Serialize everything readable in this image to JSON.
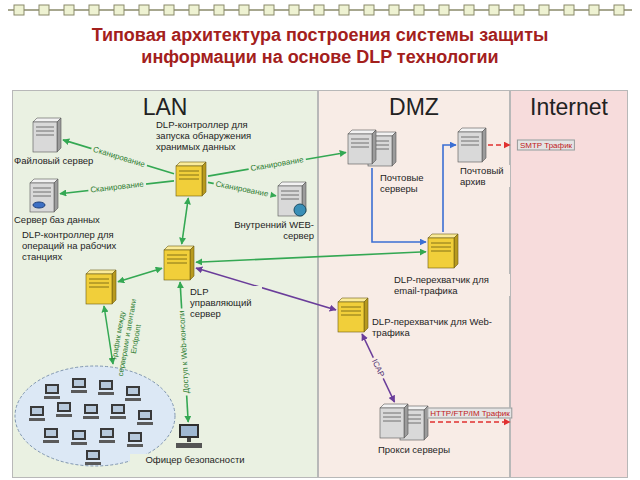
{
  "diagram": {
    "title": "Типовая архитектура построения системы защиты информации на основе DLP технологии",
    "nodes": [
      {
        "text": [
          "LAN"
        ]
      },
      {
        "text": [
          "DLP-контроллер для запуска обнаружения хранимых данных"
        ],
        "in": 0
      },
      {
        "text": [
          "Файловый сервер"
        ],
        "in": 0
      },
      {
        "text": [
          "Сервер баз данных"
        ],
        "in": 0
      },
      {
        "text": [
          "Внутренний WEB-сервер"
        ],
        "in": 0
      },
      {
        "text": [
          "DLP-контроллер для операций на рабочих станциях"
        ],
        "in": 0
      },
      {
        "text": [
          "DLP управляющий сервер"
        ],
        "in": 0
      },
      {
        "text": [
          "Офицер безопасности"
        ],
        "in": 0
      },
      {
        "text": [
          "DMZ"
        ]
      },
      {
        "text": [
          "Почтовые серверы"
        ],
        "in": 8
      },
      {
        "text": [
          "Почтовый архив"
        ],
        "in": 8
      },
      {
        "text": [
          "DLP-перехватчик для email-трафика"
        ],
        "in": 8
      },
      {
        "text": [
          "DLP-перехватчик для Web-трафика"
        ],
        "in": 8
      },
      {
        "text": [
          "Прокси серверы"
        ],
        "in": 8
      },
      {
        "text": [
          "Internet"
        ]
      }
    ],
    "edges": [
      {
        "from": 1,
        "to": 2,
        "label": "Сканирование",
        "arrow": "to"
      },
      {
        "from": 1,
        "to": 3,
        "label": "Сканирование",
        "arrow": "to"
      },
      {
        "from": 1,
        "to": 4,
        "label": "Сканирование",
        "arrow": "to"
      },
      {
        "from": 1,
        "to": 9,
        "label": "Сканирование",
        "arrow": "to"
      },
      {
        "from": 1,
        "to": 6,
        "arrow": "both"
      },
      {
        "from": 6,
        "to": 5,
        "arrow": "both"
      },
      {
        "from": 6,
        "to": 11,
        "arrow": "both"
      },
      {
        "from": 6,
        "to": 12,
        "arrow": "both"
      },
      {
        "from": 6,
        "to": 7,
        "label": "Доступ к Web-консоли",
        "arrow": "both"
      },
      {
        "from": 9,
        "to": 11,
        "arrow": "to"
      },
      {
        "from": 11,
        "to": 10,
        "arrow": "to"
      },
      {
        "from": 12,
        "to": 13,
        "label": "ICAP",
        "arrow": "both"
      },
      {
        "from": 10,
        "to": 14,
        "label": "SMTP Трафик",
        "arrow": "to"
      },
      {
        "from": 13,
        "to": 14,
        "label": "HTTP/FTP/IM Трафик",
        "arrow": "to"
      }
    ],
    "labels": [
      "Трафик между серверами и агентами Endpoint"
    ]
  }
}
